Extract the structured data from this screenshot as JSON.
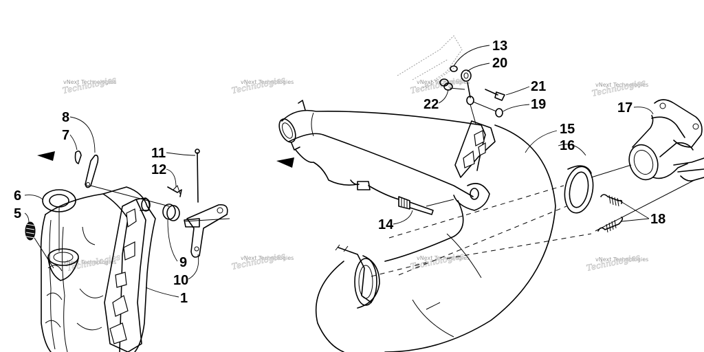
{
  "callouts": {
    "c1": "1",
    "c5": "5",
    "c6": "6",
    "c7": "7",
    "c8": "8",
    "c9": "9",
    "c10": "10",
    "c11": "11",
    "c12": "12",
    "c13": "13",
    "c14": "14",
    "c15": "15",
    "c16": "16",
    "c17": "17",
    "c18": "18",
    "c19": "19",
    "c20": "20",
    "c21": "21",
    "c22": "22"
  },
  "watermark": {
    "brand": "vNext Technologies",
    "overlay": "Technologies"
  },
  "icons": {
    "front_arrow": "direction-arrow-icon"
  }
}
